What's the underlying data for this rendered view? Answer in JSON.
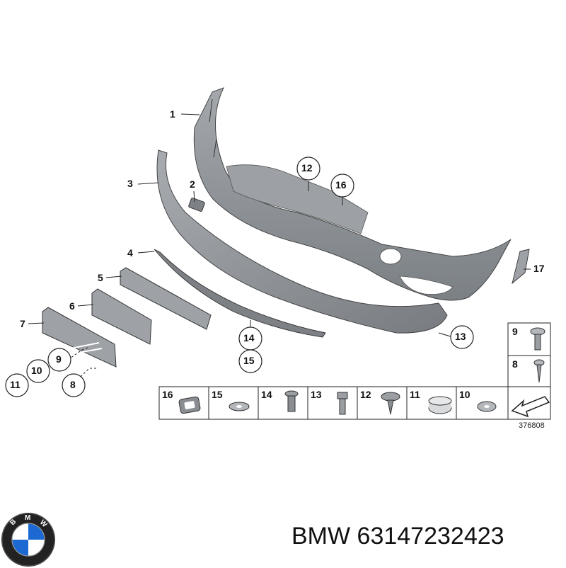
{
  "diagram": {
    "callouts": [
      "1",
      "2",
      "3",
      "4",
      "5",
      "6",
      "7",
      "8",
      "9",
      "10",
      "11",
      "12",
      "13",
      "14",
      "15",
      "16",
      "17"
    ],
    "table_cells": [
      "16",
      "15",
      "14",
      "13",
      "12",
      "11",
      "10"
    ],
    "side_cells": [
      "9",
      "8"
    ],
    "drawing_number": "376808"
  },
  "footer": {
    "brand": "BMW",
    "part_number": "63147232423",
    "logo_letters": "BMW"
  },
  "colors": {
    "part_fill": "#8f9499",
    "part_dark": "#6c7075",
    "part_light": "#b9bdc1",
    "line": "#222222",
    "bmw_blue": "#1c69d4"
  }
}
